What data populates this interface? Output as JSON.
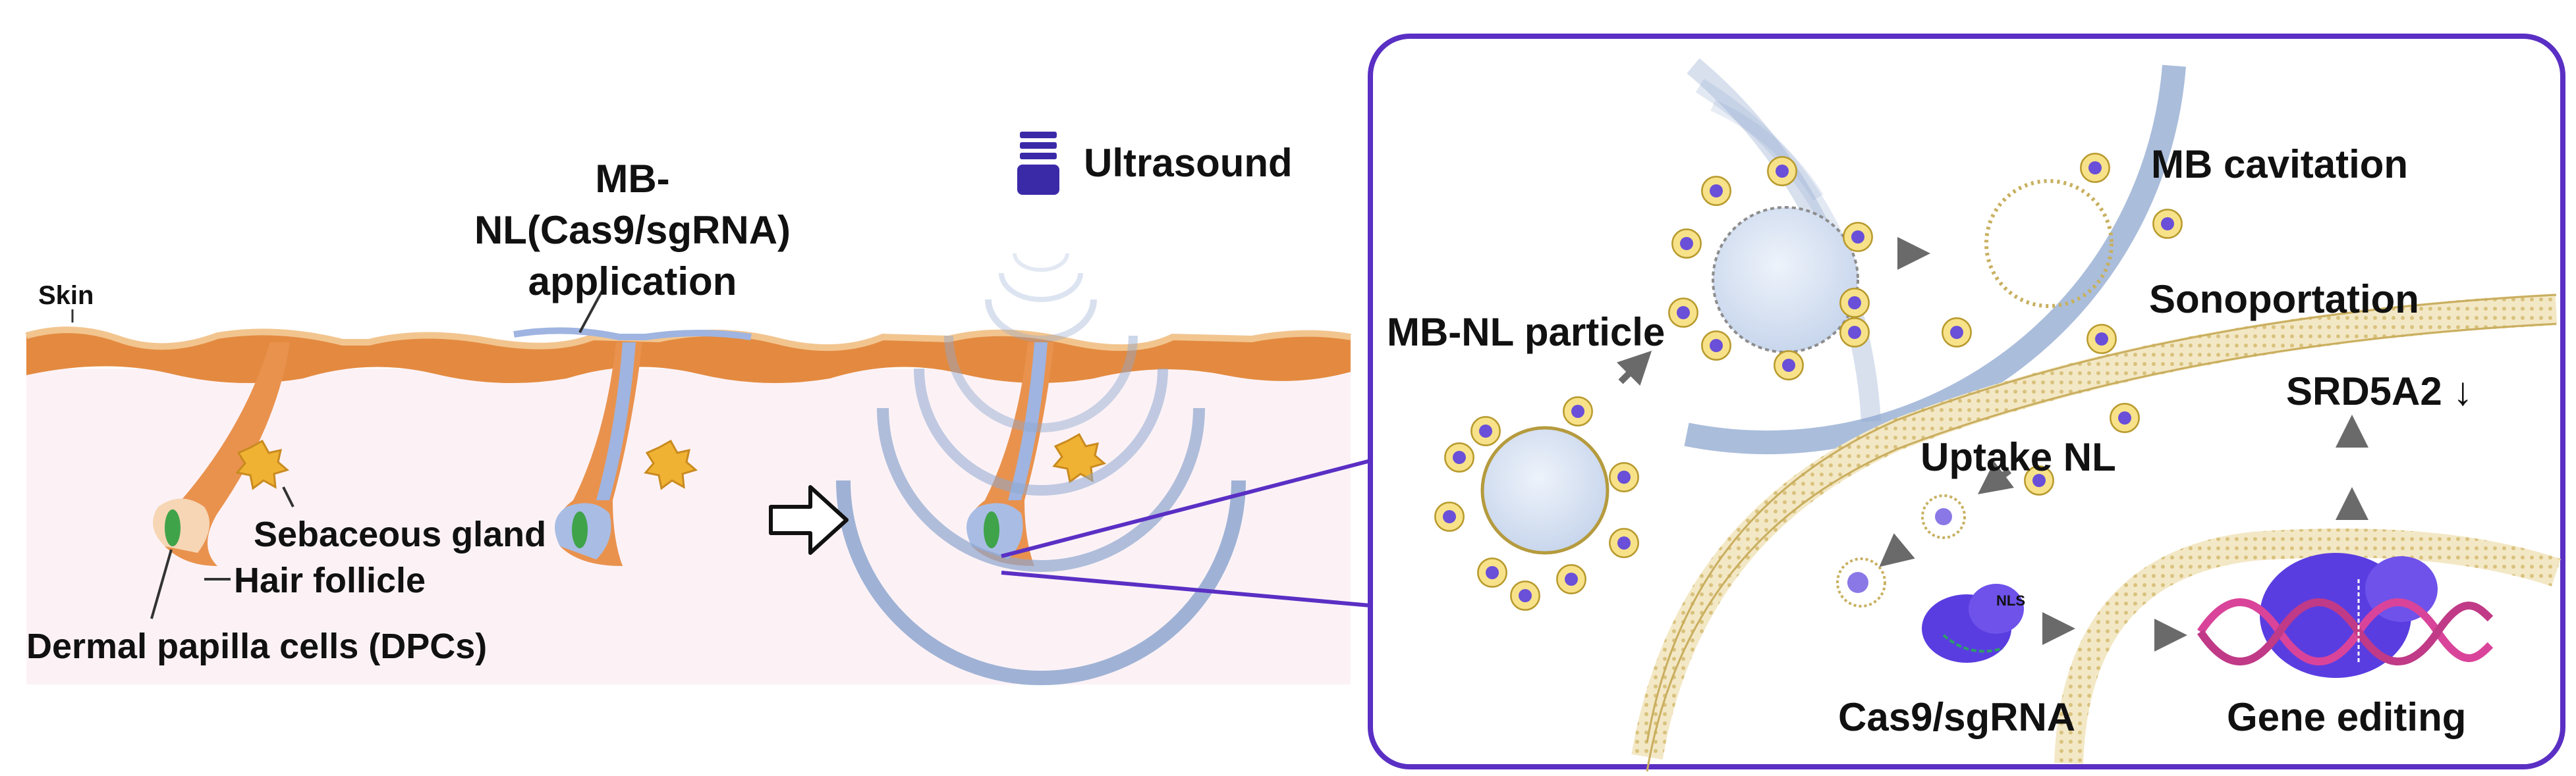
{
  "labels": {
    "skin": "Skin",
    "mb_nl_line1": "MB-",
    "mb_nl_line2": "NL(Cas9/sgRNA)",
    "mb_nl_line3": "application",
    "ultrasound": "Ultrasound",
    "sebaceous_gland": "Sebaceous gland",
    "hair_follicle": "Hair follicle",
    "dpc": "Dermal papilla cells (DPCs)",
    "mb_cavitation": "MB cavitation",
    "sonoportation": "Sonoportation",
    "mb_nl_particle": "MB-NL particle",
    "srd5a2": "SRD5A2 ↓",
    "uptake_nl": "Uptake NL",
    "nls": "NLS",
    "cas9_sgrna": "Cas9/sgRNA",
    "gene_editing": "Gene editing"
  },
  "colors": {
    "skin_surface": "#e0893f",
    "dermis": "#fbf3f7",
    "follicle": "#e9924e",
    "gland": "#f0b233",
    "dpc": "#3fa34a",
    "wave": "#8ea7cf",
    "box_border": "#5a2fc4",
    "membrane": "#e9d9a6",
    "cas9": "#5a3de0",
    "particle_ring": "#e8c64a",
    "particle_core": "#6a4fd8",
    "dna_a": "#d9449a",
    "dna_b": "#c03a87"
  }
}
